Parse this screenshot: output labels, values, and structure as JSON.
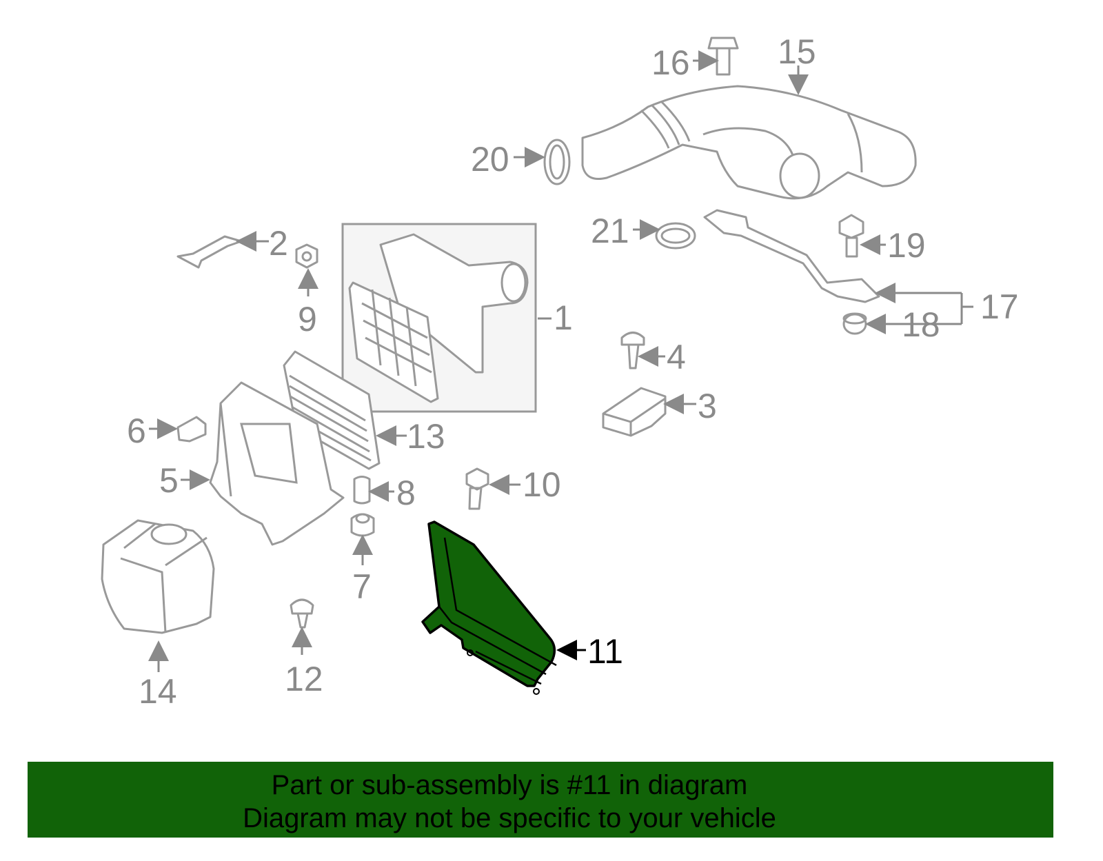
{
  "diagram": {
    "highlighted_part": "11",
    "highlight_color": "#116308",
    "callouts": {
      "c1": "1",
      "c2": "2",
      "c3": "3",
      "c4": "4",
      "c5": "5",
      "c6": "6",
      "c7": "7",
      "c8": "8",
      "c9": "9",
      "c10": "10",
      "c11": "11",
      "c12": "12",
      "c13": "13",
      "c14": "14",
      "c15": "15",
      "c16": "16",
      "c17": "17",
      "c18": "18",
      "c19": "19",
      "c20": "20",
      "c21": "21"
    }
  },
  "banner": {
    "line1": "Part or sub-assembly is #11 in diagram",
    "line2": "Diagram may not be specific to your vehicle",
    "color": "#116308"
  }
}
